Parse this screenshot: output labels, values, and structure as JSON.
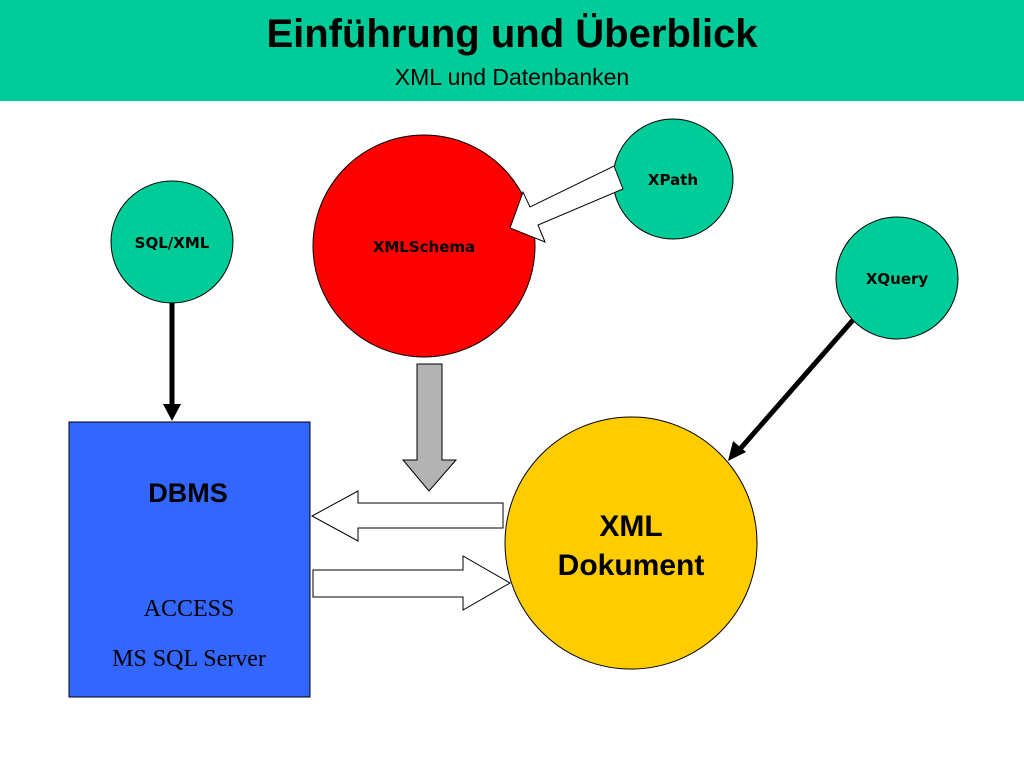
{
  "header": {
    "title": "Einführung und Überblick",
    "subtitle": "XML und Datenbanken"
  },
  "nodes": {
    "xmlschema": {
      "label": "XMLSchema",
      "color": "#ff0000"
    },
    "xpath": {
      "label": "XPath",
      "color": "#00cc99"
    },
    "sqlxml": {
      "label": "SQL/XML",
      "color": "#00cc99"
    },
    "xquery": {
      "label": "XQuery",
      "color": "#00cc99"
    },
    "dbms": {
      "title": "DBMS",
      "items": [
        "ACCESS",
        "MS SQL Server"
      ],
      "color": "#3366ff"
    },
    "xml_document": {
      "lines": [
        "XML",
        "Dokument"
      ],
      "color": "#ffcc00"
    }
  },
  "colors": {
    "header_bg": "#00cc99",
    "arrow_gray": "#b3b3b3"
  }
}
